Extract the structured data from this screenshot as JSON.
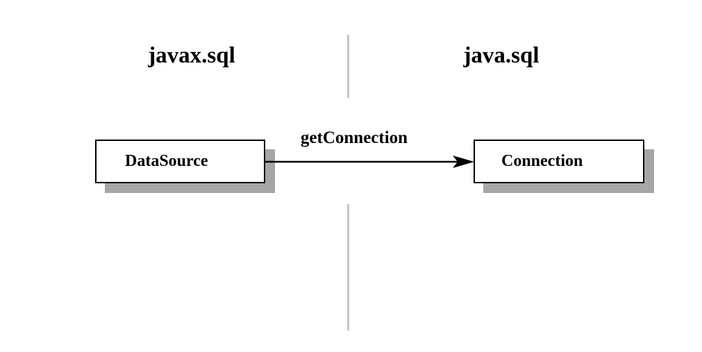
{
  "packages": {
    "left": "javax.sql",
    "right": "java.sql"
  },
  "classes": {
    "source": "DataSource",
    "target": "Connection"
  },
  "relation": {
    "label": "getConnection"
  },
  "colors": {
    "shadow": "#a6a6a6",
    "divider": "#c4c4c4",
    "stroke": "#000000"
  }
}
